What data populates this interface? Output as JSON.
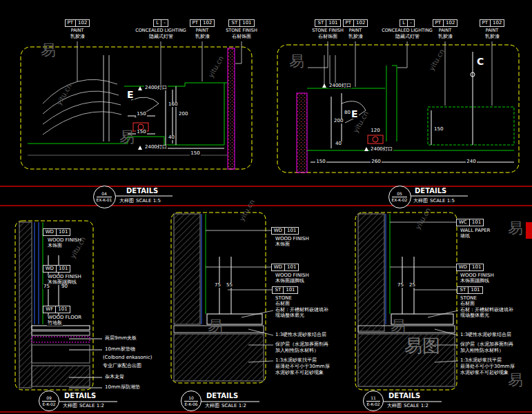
{
  "diagram": {
    "nodes": [
      {
        "text": [
          "PT",
          "102"
        ]
      },
      {
        "text": [
          "L",
          "-"
        ]
      },
      {
        "text": [
          "PT",
          "102"
        ]
      },
      {
        "text": [
          "ST",
          "101"
        ]
      },
      {
        "text": [
          "ST",
          "101"
        ]
      },
      {
        "text": [
          "PT",
          "102"
        ]
      },
      {
        "text": [
          "L",
          "-"
        ]
      },
      {
        "text": [
          "PT",
          "102"
        ]
      },
      {
        "text": [
          "PT",
          "102"
        ]
      },
      {
        "text": [
          "04",
          "EX-K-01"
        ]
      },
      {
        "text": [
          "05",
          "EX-K-02"
        ]
      },
      {
        "text": [
          "WD",
          "101"
        ]
      },
      {
        "text": [
          "WD",
          "101"
        ]
      },
      {
        "text": [
          "WF",
          "101"
        ]
      },
      {
        "text": [
          "WD",
          "101"
        ]
      },
      {
        "text": [
          "WD",
          "101"
        ]
      },
      {
        "text": [
          "ST",
          "101"
        ]
      },
      {
        "text": [
          "WC",
          "101"
        ]
      },
      {
        "text": [
          "WD",
          "101"
        ]
      },
      {
        "text": [
          "ST",
          "101"
        ]
      },
      {
        "text": [
          "09",
          "E-K-02"
        ]
      },
      {
        "text": [
          "10",
          "E-K-06"
        ]
      },
      {
        "text": [
          "11",
          "E-K-02"
        ]
      }
    ],
    "labels": [
      "PAINT",
      "乳胶漆",
      "CONCEALED LIGHTING",
      "隐藏式灯管",
      "PAINT",
      "乳胶漆",
      "STONE FINISH",
      "石材饰面",
      "E",
      "2400灯口",
      "150",
      "160",
      "200",
      "40",
      "2400灯口",
      "150",
      "150",
      "STONE FINISH",
      "石材饰面",
      "PAINT",
      "乳胶漆",
      "CONCEALED LIGHTING",
      "隐藏式灯管",
      "PAINT",
      "乳胶漆",
      "PAINT",
      "乳胶漆",
      "C",
      "E",
      "2400灯口",
      "200",
      "80",
      "40",
      "120",
      "2400灯口",
      "150",
      "260",
      "240",
      "150",
      "DETAILS",
      "大样图",
      "SCALE 1:5",
      "DETAILS",
      "大样图",
      "SCALE 1:5",
      "WOOD FINISH",
      "木饰面",
      "WOOD FINISH",
      "木饰面踢脚线",
      "WOOD FLOOR",
      "竹地板",
      "两层9mm夹板",
      "10mm胶垫物",
      "(Colbond enkasonic)",
      "专业厂家配合出图",
      "杂木龙骨",
      "10mm厚防潮垫",
      "75",
      "90",
      "WOOD FINISH",
      "木饰面",
      "WOOD FINISH",
      "木饰面踢脚线",
      "STONE",
      "石材面",
      "石材：开槽材料嵌缝填补",
      "现场整体磨光",
      "1:3硬性水泥砂浆结合层",
      "保护层（水泥加界面剂再",
      "加入刚性防水材料）",
      "1:3水泥砂浆找平层",
      "最薄处不可小于30mm厚",
      "水泥砂浆不可起砂现象",
      "75",
      "55",
      "WALL PAPER",
      "墙纸",
      "WOOD FINISH",
      "木饰面踢脚线",
      "STONE",
      "石材面",
      "石材：开槽材料嵌缝填补",
      "现场整体磨光",
      "1:3硬性水泥砂浆结合层",
      "保护层（水泥加界面剂再",
      "加入刚性防水材料）",
      "1:3水泥砂浆找平层",
      "最薄处不可小于30mm厚",
      "水泥砂浆不可起砂现象",
      "75",
      "25",
      "DETAILS",
      "大样图",
      "SCALE 1:2",
      "DETAILS",
      "大样图",
      "SCALE 1:2",
      "DETAILS",
      "大样图",
      "SCALE 1:2",
      "易",
      "易",
      "易",
      "易",
      "易",
      "易",
      "易",
      "yitu.cn",
      "yitu.cn",
      "yitu.cn",
      "yitu.cn",
      "yitu.cn",
      "yitu.cn",
      "yitu.cn",
      "易图"
    ]
  }
}
